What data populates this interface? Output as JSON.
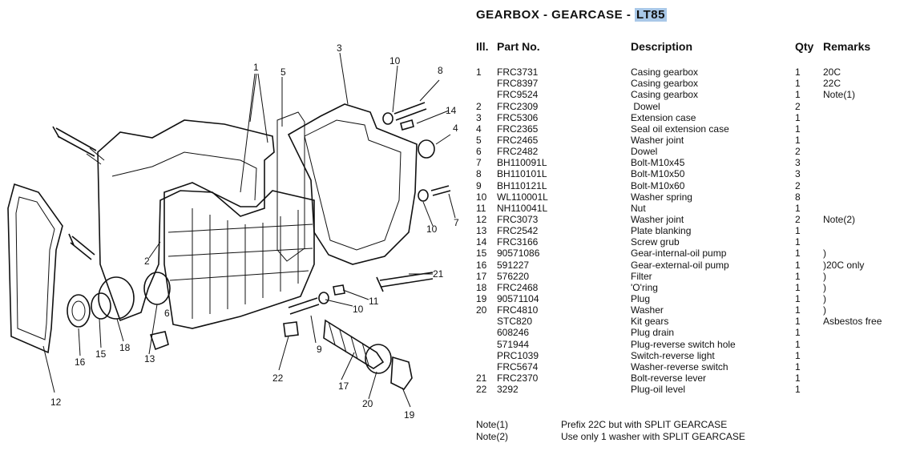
{
  "title": {
    "prefix": "GEARBOX  -  GEARCASE  -",
    "model": "LT85"
  },
  "headers": {
    "ill": "Ill.",
    "part": "Part No.",
    "desc": "Description",
    "qty": "Qty",
    "remarks": "Remarks"
  },
  "rows": [
    {
      "ill": "1",
      "part": "FRC3731",
      "desc": "Casing gearbox",
      "qty": "1",
      "rem": "20C"
    },
    {
      "ill": "",
      "part": "FRC8397",
      "desc": "Casing gearbox",
      "qty": "1",
      "rem": "22C"
    },
    {
      "ill": "",
      "part": "FRC9524",
      "desc": "Casing gearbox",
      "qty": "1",
      "rem": "Note(1)"
    },
    {
      "ill": "2",
      "part": "FRC2309",
      "desc": " Dowel",
      "qty": "2",
      "rem": ""
    },
    {
      "ill": "3",
      "part": "FRC5306",
      "desc": "Extension case",
      "qty": "1",
      "rem": ""
    },
    {
      "ill": "4",
      "part": "FRC2365",
      "desc": "Seal oil extension case",
      "qty": "1",
      "rem": ""
    },
    {
      "ill": "5",
      "part": "FRC2465",
      "desc": "Washer joint",
      "qty": "1",
      "rem": ""
    },
    {
      "ill": "6",
      "part": "FRC2482",
      "desc": "Dowel",
      "qty": "2",
      "rem": ""
    },
    {
      "ill": "7",
      "part": "BH110091L",
      "desc": "Bolt-M10x45",
      "qty": "3",
      "rem": ""
    },
    {
      "ill": "8",
      "part": "BH110101L",
      "desc": "Bolt-M10x50",
      "qty": "3",
      "rem": ""
    },
    {
      "ill": "9",
      "part": "BH110121L",
      "desc": "Bolt-M10x60",
      "qty": "2",
      "rem": ""
    },
    {
      "ill": "10",
      "part": "WL110001L",
      "desc": "Washer spring",
      "qty": "8",
      "rem": ""
    },
    {
      "ill": "11",
      "part": "NH110041L",
      "desc": "Nut",
      "qty": "1",
      "rem": ""
    },
    {
      "ill": "12",
      "part": "FRC3073",
      "desc": "Washer joint",
      "qty": "2",
      "rem": "Note(2)"
    },
    {
      "ill": "13",
      "part": "FRC2542",
      "desc": "Plate blanking",
      "qty": "1",
      "rem": ""
    },
    {
      "ill": "14",
      "part": "FRC3166",
      "desc": "Screw grub",
      "qty": "1",
      "rem": ""
    },
    {
      "ill": "15",
      "part": "90571086",
      "desc": "Gear-internal-oil pump",
      "qty": "1",
      "rem": ")"
    },
    {
      "ill": "16",
      "part": "591227",
      "desc": "Gear-external-oil pump",
      "qty": "1",
      "rem": ")20C only"
    },
    {
      "ill": "17",
      "part": "576220",
      "desc": "Filter",
      "qty": "1",
      "rem": ")"
    },
    {
      "ill": "18",
      "part": "FRC2468",
      "desc": "'O'ring",
      "qty": "1",
      "rem": ")"
    },
    {
      "ill": "19",
      "part": "90571104",
      "desc": "Plug",
      "qty": "1",
      "rem": ")"
    },
    {
      "ill": "20",
      "part": "FRC4810",
      "desc": "Washer",
      "qty": "1",
      "rem": ")"
    },
    {
      "ill": "",
      "part": "STC820",
      "desc": "Kit gears",
      "qty": "1",
      "rem": "Asbestos free"
    },
    {
      "ill": "",
      "part": "608246",
      "desc": "Plug drain",
      "qty": "1",
      "rem": ""
    },
    {
      "ill": "",
      "part": "571944",
      "desc": "Plug-reverse switch hole",
      "qty": "1",
      "rem": ""
    },
    {
      "ill": "",
      "part": "PRC1039",
      "desc": "Switch-reverse light",
      "qty": "1",
      "rem": ""
    },
    {
      "ill": "",
      "part": "FRC5674",
      "desc": "Washer-reverse switch",
      "qty": "1",
      "rem": ""
    },
    {
      "ill": "21",
      "part": "FRC2370",
      "desc": "Bolt-reverse lever",
      "qty": "1",
      "rem": ""
    },
    {
      "ill": "22",
      "part": "3292",
      "desc": "Plug-oil level",
      "qty": "1",
      "rem": ""
    }
  ],
  "notes": [
    {
      "label": "Note(1)",
      "text": "Prefix 22C but with SPLIT GEARCASE"
    },
    {
      "label": "Note(2)",
      "text": "Use only 1 washer with SPLIT GEARCASE"
    }
  ],
  "callouts": [
    "1",
    "2",
    "3",
    "4",
    "5",
    "6",
    "7",
    "8",
    "9",
    "10",
    "10",
    "10",
    "11",
    "12",
    "13",
    "14",
    "15",
    "16",
    "17",
    "18",
    "19",
    "20",
    "21",
    "22"
  ]
}
